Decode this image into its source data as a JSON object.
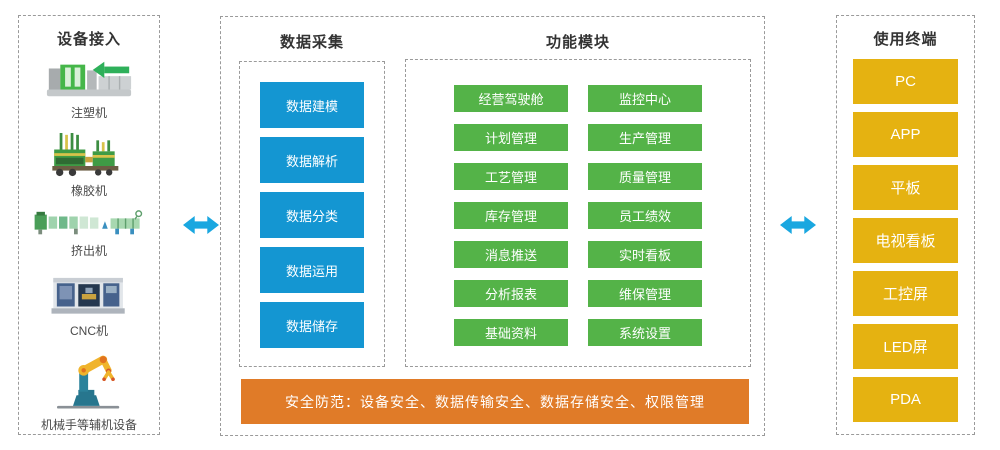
{
  "colors": {
    "blue": "#1496d2",
    "green": "#54b348",
    "orange": "#e07b28",
    "yellow": "#e5b211",
    "arrow": "#1aa7e0"
  },
  "left_panel": {
    "title": "设备接入",
    "devices": [
      {
        "label": "注塑机",
        "icon": "injection-molding-machine-icon"
      },
      {
        "label": "橡胶机",
        "icon": "rubber-machine-icon"
      },
      {
        "label": "挤出机",
        "icon": "extruder-machine-icon"
      },
      {
        "label": "CNC机",
        "icon": "cnc-machine-icon"
      },
      {
        "label": "机械手等辅机设备",
        "icon": "robot-arm-icon"
      }
    ]
  },
  "middle_panel": {
    "data_collection": {
      "title": "数据采集",
      "items": [
        "数据建模",
        "数据解析",
        "数据分类",
        "数据运用",
        "数据储存"
      ]
    },
    "function_modules": {
      "title": "功能模块",
      "items": [
        "经营驾驶舱",
        "监控中心",
        "计划管理",
        "生产管理",
        "工艺管理",
        "质量管理",
        "库存管理",
        "员工绩效",
        "消息推送",
        "实时看板",
        "分析报表",
        "维保管理",
        "基础资料",
        "系统设置"
      ]
    },
    "security_bar": {
      "text": "安全防范：设备安全、数据传输安全、数据存储安全、权限管理"
    }
  },
  "right_panel": {
    "title": "使用终端",
    "terminals": [
      "PC",
      "APP",
      "平板",
      "电视看板",
      "工控屏",
      "LED屏",
      "PDA"
    ]
  }
}
